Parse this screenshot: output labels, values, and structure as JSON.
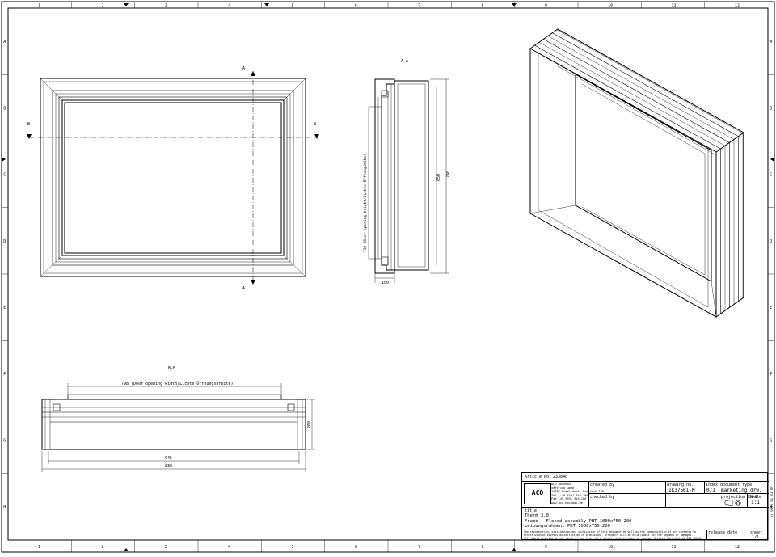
{
  "frame": {
    "columns": [
      "1",
      "2",
      "3",
      "4",
      "5",
      "6",
      "7",
      "8",
      "9",
      "10",
      "11",
      "12"
    ],
    "rows": [
      "A",
      "B",
      "C",
      "D",
      "E",
      "F",
      "G",
      "H"
    ]
  },
  "views": {
    "front": {
      "section_mark_vertical": "A",
      "section_mark_horizontal": "B"
    },
    "section_aa": {
      "title": "A-A",
      "dim_height_outer": "740",
      "dim_height_inner": "650",
      "dim_opening_height": "730 (Door opening height/Lichte Öffnungshöhe)",
      "dim_depth": "100"
    },
    "section_bb": {
      "title": "B-B",
      "dim_opening_width": "798 (Door opening width/Lichte Öffnungsbreite)",
      "dim_width_inner": "945",
      "dim_width_outer": "830",
      "dim_depth": "200"
    }
  },
  "title_block": {
    "article_label": "Article No.",
    "article_value": "233840",
    "company_logo": "ACO",
    "company_lines": [
      "ACO Hochbau",
      "Vertrieb GmbH",
      "24782 Büdelsdorf, Postfach 320",
      "Tel. +49 4331 354-700",
      "Fax +49 4331 354-188",
      "www.aco-hochbau.de"
    ],
    "created_by_label": "created by",
    "checked_by_label": "checked by",
    "drawing_no_label": "drawing no.",
    "drawing_no_value": "1k37561-M",
    "index_label": "index",
    "index_value": "0/1",
    "doc_type_label": "document type",
    "doc_type_value": "marketing drw.",
    "projection_label": "projection EN-E",
    "scale_label": "scale",
    "scale_value": "1:1",
    "title_label": "title",
    "title_lines": [
      "Therm 3.0",
      "Frame - Flexed assembly PHT 1000x750-200",
      "Leibungsrahmen, PHT 1000x750-200"
    ],
    "notice_lines": [
      "The reproduction, distribution and utilization of this document as well as the communication of its contents to",
      "others without express authorization is prohibited. Offenders will be held liable for the payment of damages.",
      "All rights reserved in the event of the grant of a patent, utility model or design. Created copyright by ISO 16016."
    ],
    "release_date_label": "release date",
    "sheet_label": "sheet",
    "sheet_value": "1/1",
    "side_code": "ST 0000 01 01 00"
  }
}
